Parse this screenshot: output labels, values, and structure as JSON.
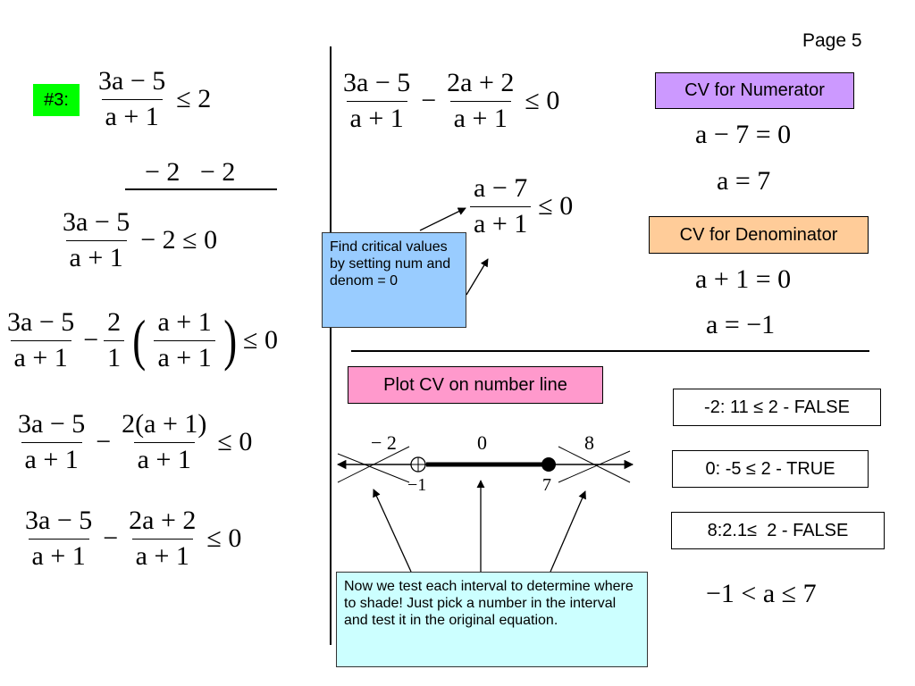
{
  "page_label": "Page 5",
  "problem_tag": "#3:",
  "left_steps": {
    "s1": {
      "num": "3a − 5",
      "den": "a + 1",
      "rhs": "≤ 2"
    },
    "s2": {
      "text": "− 2   − 2"
    },
    "s3": {
      "num": "3a − 5",
      "den": "a + 1",
      "tail": "− 2 ≤ 0"
    },
    "s4": {
      "num": "3a − 5",
      "den": "a + 1",
      "op": "−",
      "c_num": "2",
      "c_den": "1",
      "p_num": "a + 1",
      "p_den": "a + 1",
      "rhs": "≤ 0"
    },
    "s5": {
      "num": "3a − 5",
      "den": "a + 1",
      "op": "−",
      "num2": "2(a + 1)",
      "den2": "a + 1",
      "rhs": "≤ 0"
    },
    "s6": {
      "num": "3a − 5",
      "den": "a + 1",
      "op": "−",
      "num2": "2a + 2",
      "den2": "a + 1",
      "rhs": "≤ 0"
    }
  },
  "right_steps": {
    "combined": {
      "num": "3a − 5",
      "den": "a + 1",
      "op": "−",
      "num2": "2a + 2",
      "den2": "a + 1",
      "rhs": "≤ 0"
    },
    "simplified": {
      "num": "a − 7",
      "den": "a + 1",
      "rhs": "≤ 0"
    }
  },
  "cv_numerator": {
    "label": "CV for Numerator",
    "eq1": "a − 7 = 0",
    "eq2": "a = 7",
    "color": "#cc99ff"
  },
  "cv_denominator": {
    "label": "CV for Denominator",
    "eq1": "a + 1 = 0",
    "eq2": "a = −1",
    "color": "#ffcc99"
  },
  "critical_note": "Find critical values by setting num and denom = 0",
  "plot_label": "Plot CV on number line",
  "number_line": {
    "test_left": "− 2",
    "test_mid": "0",
    "test_right": "8",
    "cv_left": "−1",
    "cv_right": "7"
  },
  "tests": [
    "-2: 11 ≤ 2 - FALSE",
    "0: -5 ≤ 2 - TRUE",
    "8:2.1≤  2 - FALSE"
  ],
  "test_note": "Now we test each interval to determine where to shade!  Just pick a number in the interval and test it in the original equation.",
  "answer": "−1 < a ≤ 7",
  "colors": {
    "tag_green": "#00ff00",
    "note_blue": "#99ccff",
    "plot_pink": "#ff99cc",
    "note_cyan": "#ccffff"
  }
}
